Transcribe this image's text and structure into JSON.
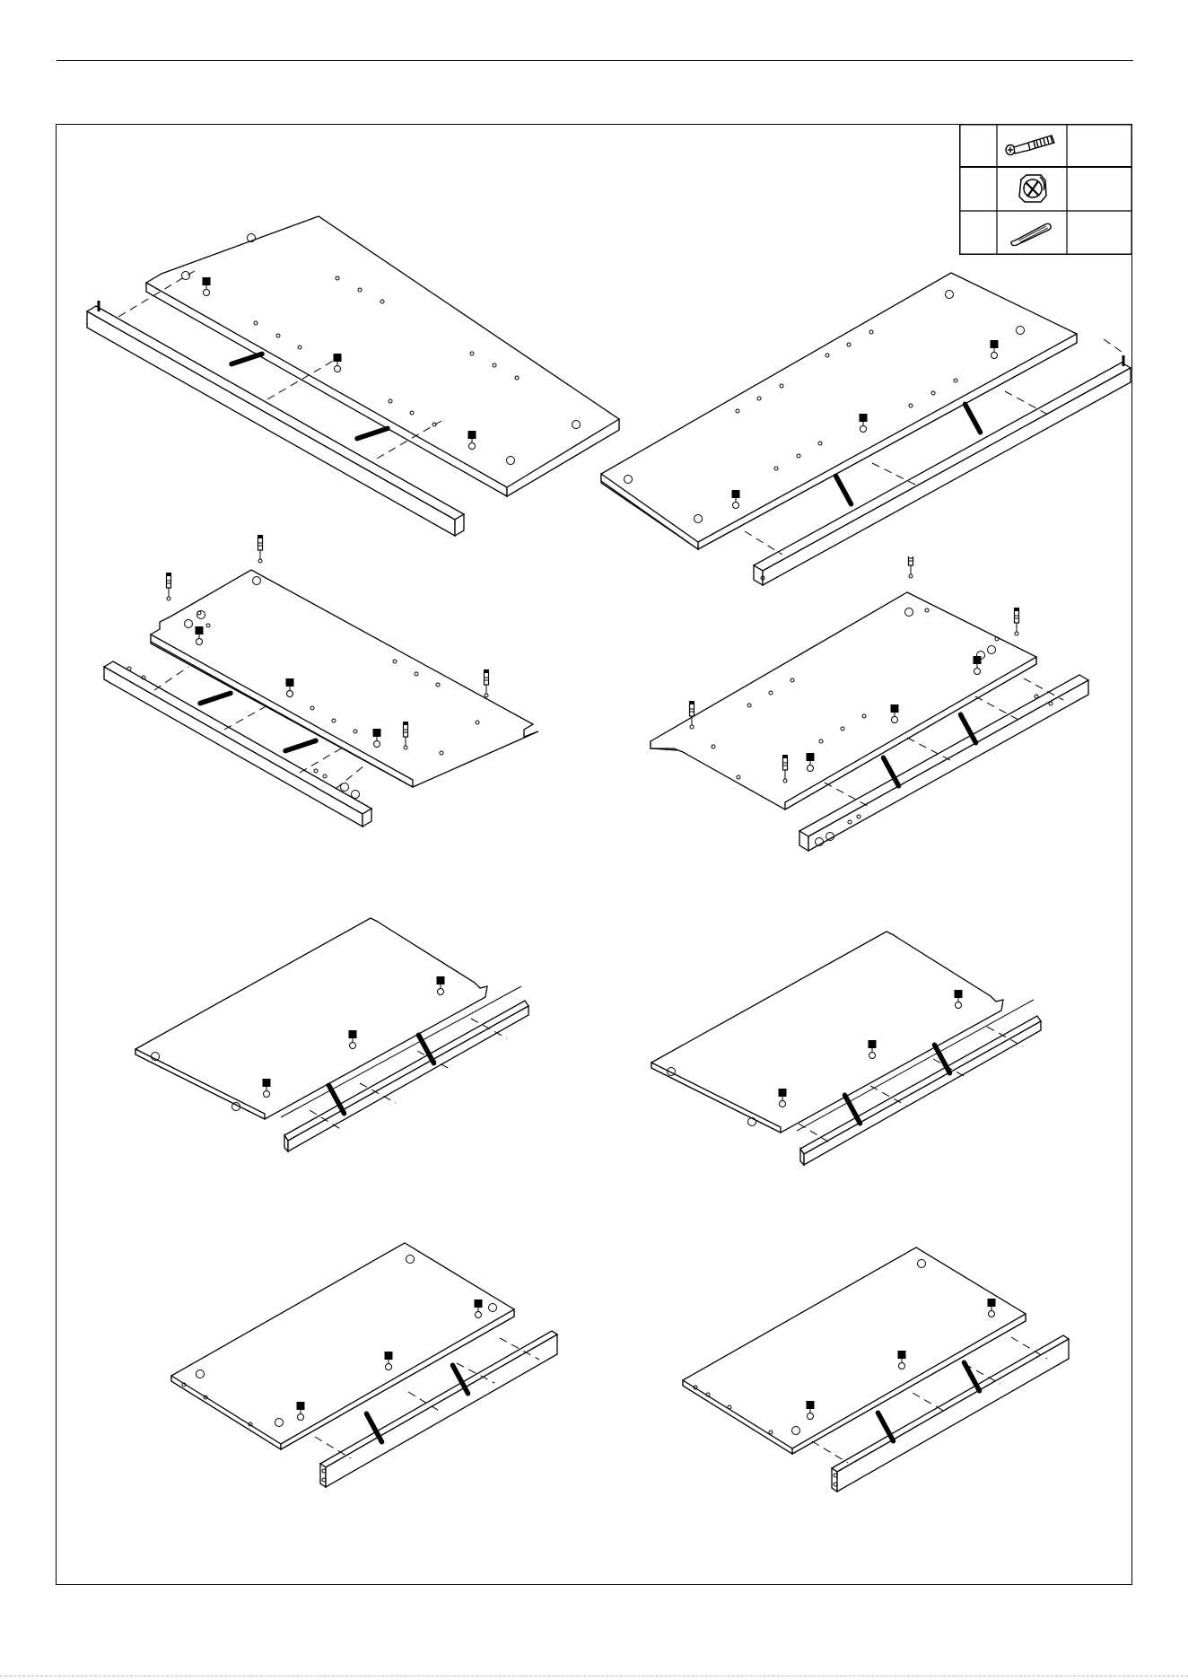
{
  "parts_table": {
    "rows": [
      {
        "number": "",
        "icon": "cam-bolt-icon",
        "quantity": ""
      },
      {
        "number": "",
        "icon": "cam-lock-nut-icon",
        "quantity": ""
      },
      {
        "number": "",
        "icon": "wooden-dowel-icon",
        "quantity": ""
      }
    ]
  },
  "diagrams": [
    {
      "icon": "panel-rail-assembly-icon",
      "orientation": "left"
    },
    {
      "icon": "panel-rail-assembly-icon",
      "orientation": "right"
    },
    {
      "icon": "panel-rail-assembly-icon",
      "orientation": "left"
    },
    {
      "icon": "panel-rail-assembly-icon",
      "orientation": "right"
    },
    {
      "icon": "panel-rail-assembly-icon",
      "orientation": "left"
    },
    {
      "icon": "panel-rail-assembly-icon",
      "orientation": "right"
    },
    {
      "icon": "panel-rail-assembly-icon",
      "orientation": "left"
    },
    {
      "icon": "panel-rail-assembly-icon",
      "orientation": "right"
    }
  ],
  "colors": {
    "line": "#000000",
    "paper": "#ffffff"
  }
}
